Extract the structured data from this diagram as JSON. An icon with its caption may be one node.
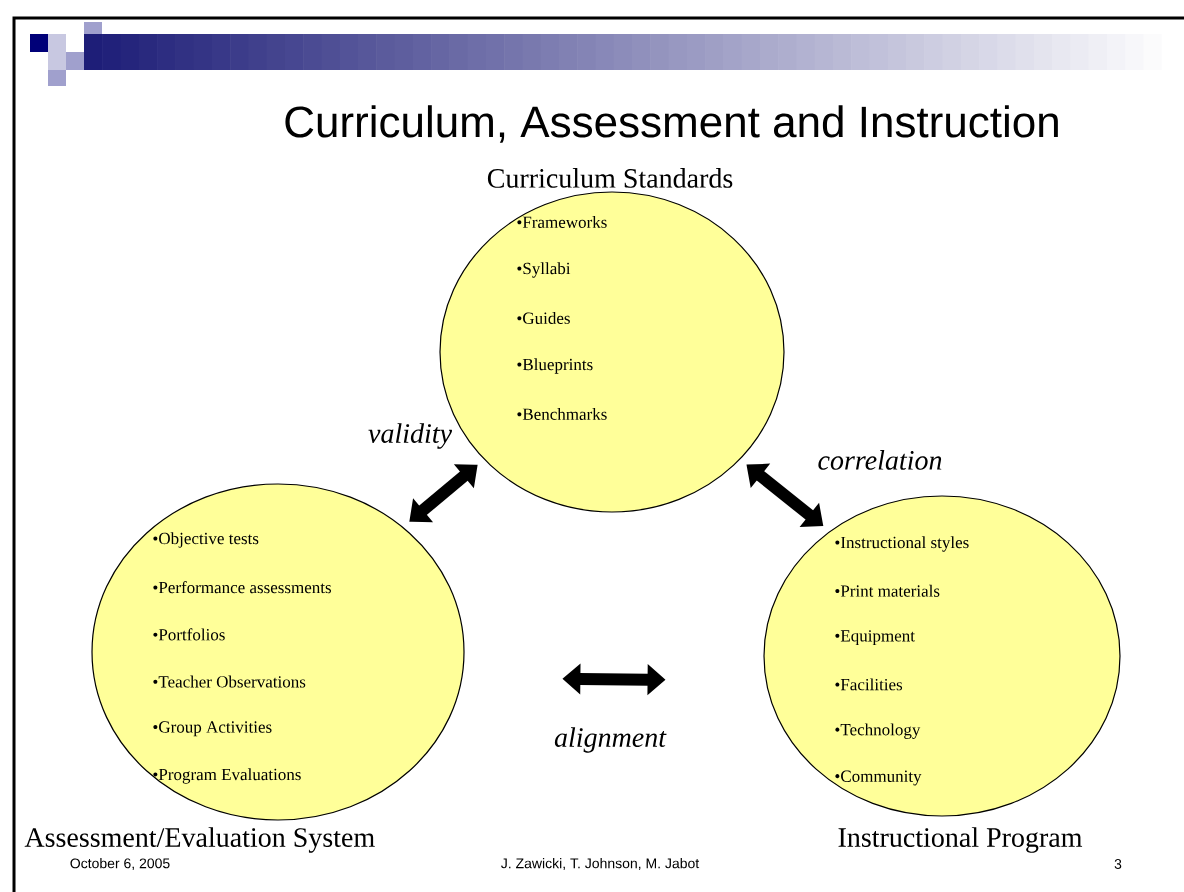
{
  "diagram": {
    "title": "Curriculum, Assessment and Instruction",
    "nodes": [
      {
        "text": [
          "Curriculum Standards",
          "•Frameworks",
          "•Syllabi",
          "•Guides",
          "•Blueprints",
          "•Benchmarks"
        ]
      },
      {
        "text": [
          "•Objective tests",
          "•Performance assessments",
          "•Portfolios",
          "•Teacher Observations",
          "•Group Activities",
          "•Program Evaluations",
          "Assessment/Evaluation System"
        ]
      },
      {
        "text": [
          "•Instructional styles",
          "•Print materials",
          "•Equipment",
          "•Facilities",
          "•Technology",
          "•Community",
          "Instructional Program"
        ]
      }
    ],
    "edges": [
      {
        "from": 0,
        "to": 1,
        "arrow": "both",
        "label": "validity"
      },
      {
        "from": 0,
        "to": 2,
        "arrow": "both",
        "label": "correlation"
      },
      {
        "from": 1,
        "to": 2,
        "arrow": "both",
        "label": "alignment"
      }
    ],
    "labels": [
      "October 6, 2005",
      "J. Zawicki, T. Johnson, M. Jabot",
      "3"
    ]
  }
}
